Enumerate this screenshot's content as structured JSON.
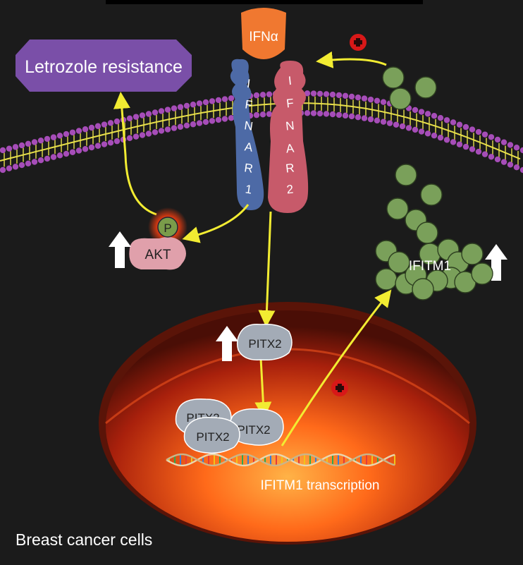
{
  "labels": {
    "ligand": "IFNα",
    "letrozole": "Letrozole resistance",
    "receptor1": [
      "I",
      "F",
      "N",
      "A",
      "R",
      "1"
    ],
    "receptor2": [
      "I",
      "F",
      "N",
      "A",
      "R",
      "2"
    ],
    "phospho": "P",
    "akt": "AKT",
    "pitx2_top": "PITX2",
    "pitx2_back": "PITX2",
    "pitx2_front": "PITX2",
    "pitx2_right": "PITX2",
    "ifitm1": "IFITM1",
    "transcription": "IFITM1 transcription",
    "cell": "Breast cancer cells"
  },
  "colors": {
    "background": "#1b1b1b",
    "ligand": "#f07830",
    "letrozole_box": "#7a4fa8",
    "receptor1": "#4d6aa6",
    "receptor2": "#c75a6a",
    "arrow": "#f2ec32",
    "membrane_lipid": "#a64db8",
    "membrane_core": "#e8e04a",
    "akt": "#e0a0ab",
    "phospho": "#7a9c4a",
    "pitx2": "#a3abb6",
    "ifitm1": "#7aa05a",
    "nucleus_glow": "#ff6a1a",
    "plus_sign": "#d81818"
  },
  "icons": [
    "plus-circle-icon",
    "up-arrow-icon"
  ]
}
